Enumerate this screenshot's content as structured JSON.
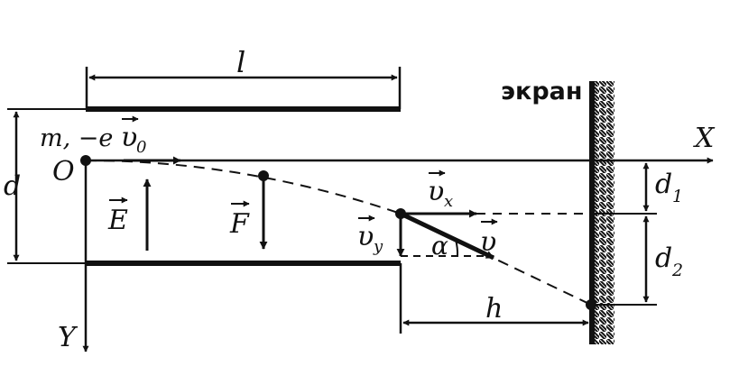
{
  "labels": {
    "length": "l",
    "screen": "экран",
    "axis_x": "X",
    "axis_y": "Y",
    "particle": "m, −e",
    "origin": "O",
    "plate_gap": "d",
    "deflection_inside": "d",
    "deflection_inside_sub": "1",
    "deflection_outside": "d",
    "deflection_outside_sub": "2",
    "distance_to_screen": "h",
    "field": "E",
    "force": "F",
    "velocity_initial": "υ",
    "velocity_initial_sub": "0",
    "velocity_x": "υ",
    "velocity_x_sub": "x",
    "velocity_y": "υ",
    "velocity_y_sub": "y",
    "velocity": "υ",
    "angle": "α"
  },
  "colors": {
    "ink": "#111111",
    "background": "#ffffff"
  }
}
